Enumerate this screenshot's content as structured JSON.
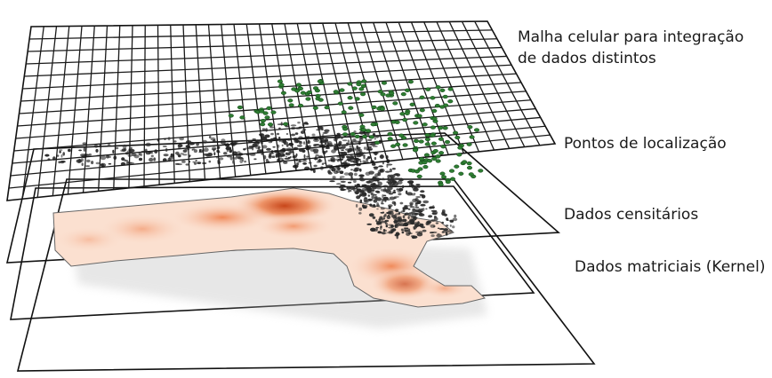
{
  "layers": [
    {
      "id": "grid",
      "lines": [
        "Malha celular para integração",
        "de dados distintos"
      ]
    },
    {
      "id": "points",
      "lines": [
        "Pontos de localização"
      ]
    },
    {
      "id": "census",
      "lines": [
        "Dados censitários"
      ]
    },
    {
      "id": "kernel",
      "lines": [
        "Dados matriciais (Kernel)"
      ]
    }
  ],
  "colors": {
    "frame": "#111111",
    "grid": "#1a1a1a",
    "points": "#2e7d32",
    "census": "#2a2a2a",
    "kernel_light": "#fbe3d6",
    "kernel_mid": "#f3a57c",
    "kernel_hot": "#d2541f"
  }
}
